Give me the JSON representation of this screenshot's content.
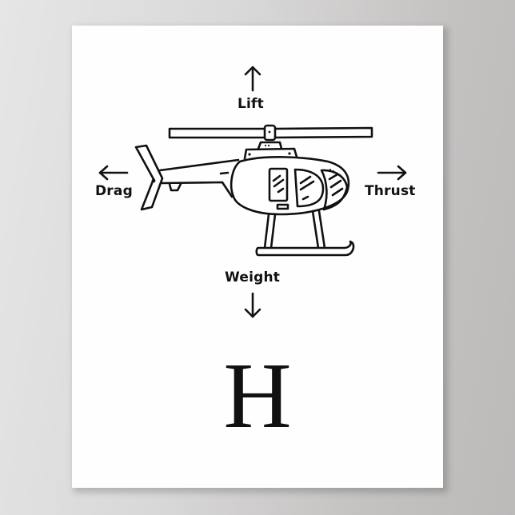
{
  "poster": {
    "background_color": "#fefefe",
    "ink_color": "#111111",
    "illustration": "helicopter-outline",
    "forces": {
      "up": {
        "label": "Lift",
        "arrow": "arrow-up-icon"
      },
      "left": {
        "label": "Drag",
        "arrow": "arrow-left-icon"
      },
      "right": {
        "label": "Thrust",
        "arrow": "arrow-right-icon"
      },
      "down": {
        "label": "Weight",
        "arrow": "arrow-down-icon"
      }
    },
    "letter": "H"
  },
  "backdrop": {
    "left_color": "#e6e6e6",
    "right_color": "#bcbab9"
  }
}
